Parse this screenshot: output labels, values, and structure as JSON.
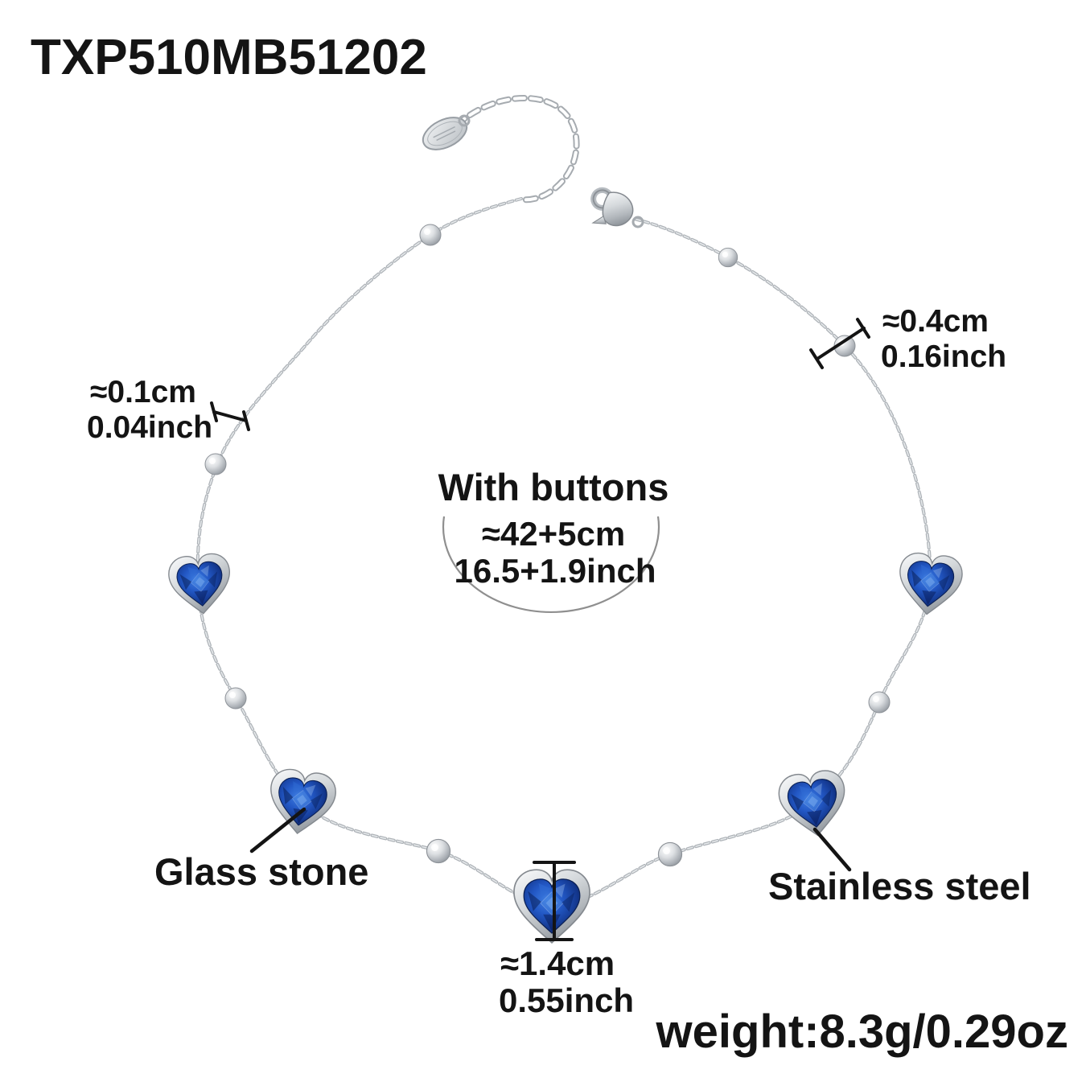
{
  "meta": {
    "product_code": "TXP510MB51202"
  },
  "labels": {
    "bead_size_cm": "≈0.4cm",
    "bead_size_inch": "0.16inch",
    "chain_size_cm": "≈0.1cm",
    "chain_size_inch": "0.04inch",
    "length_title": "With buttons",
    "length_cm": "≈42+5cm",
    "length_inch": "16.5+1.9inch",
    "glass_stone": "Glass stone",
    "stainless_steel": "Stainless steel",
    "pendant_cm": "≈1.4cm",
    "pendant_inch": "0.55inch",
    "weight": "weight:8.3g/0.29oz"
  },
  "colors": {
    "stone_blue": "#1c4fb8",
    "stone_dark_navy": "#0a2159",
    "metal_silver": "#c7cbd0",
    "chain_gray": "#aeb3b8",
    "annotation_text": "#141414"
  }
}
